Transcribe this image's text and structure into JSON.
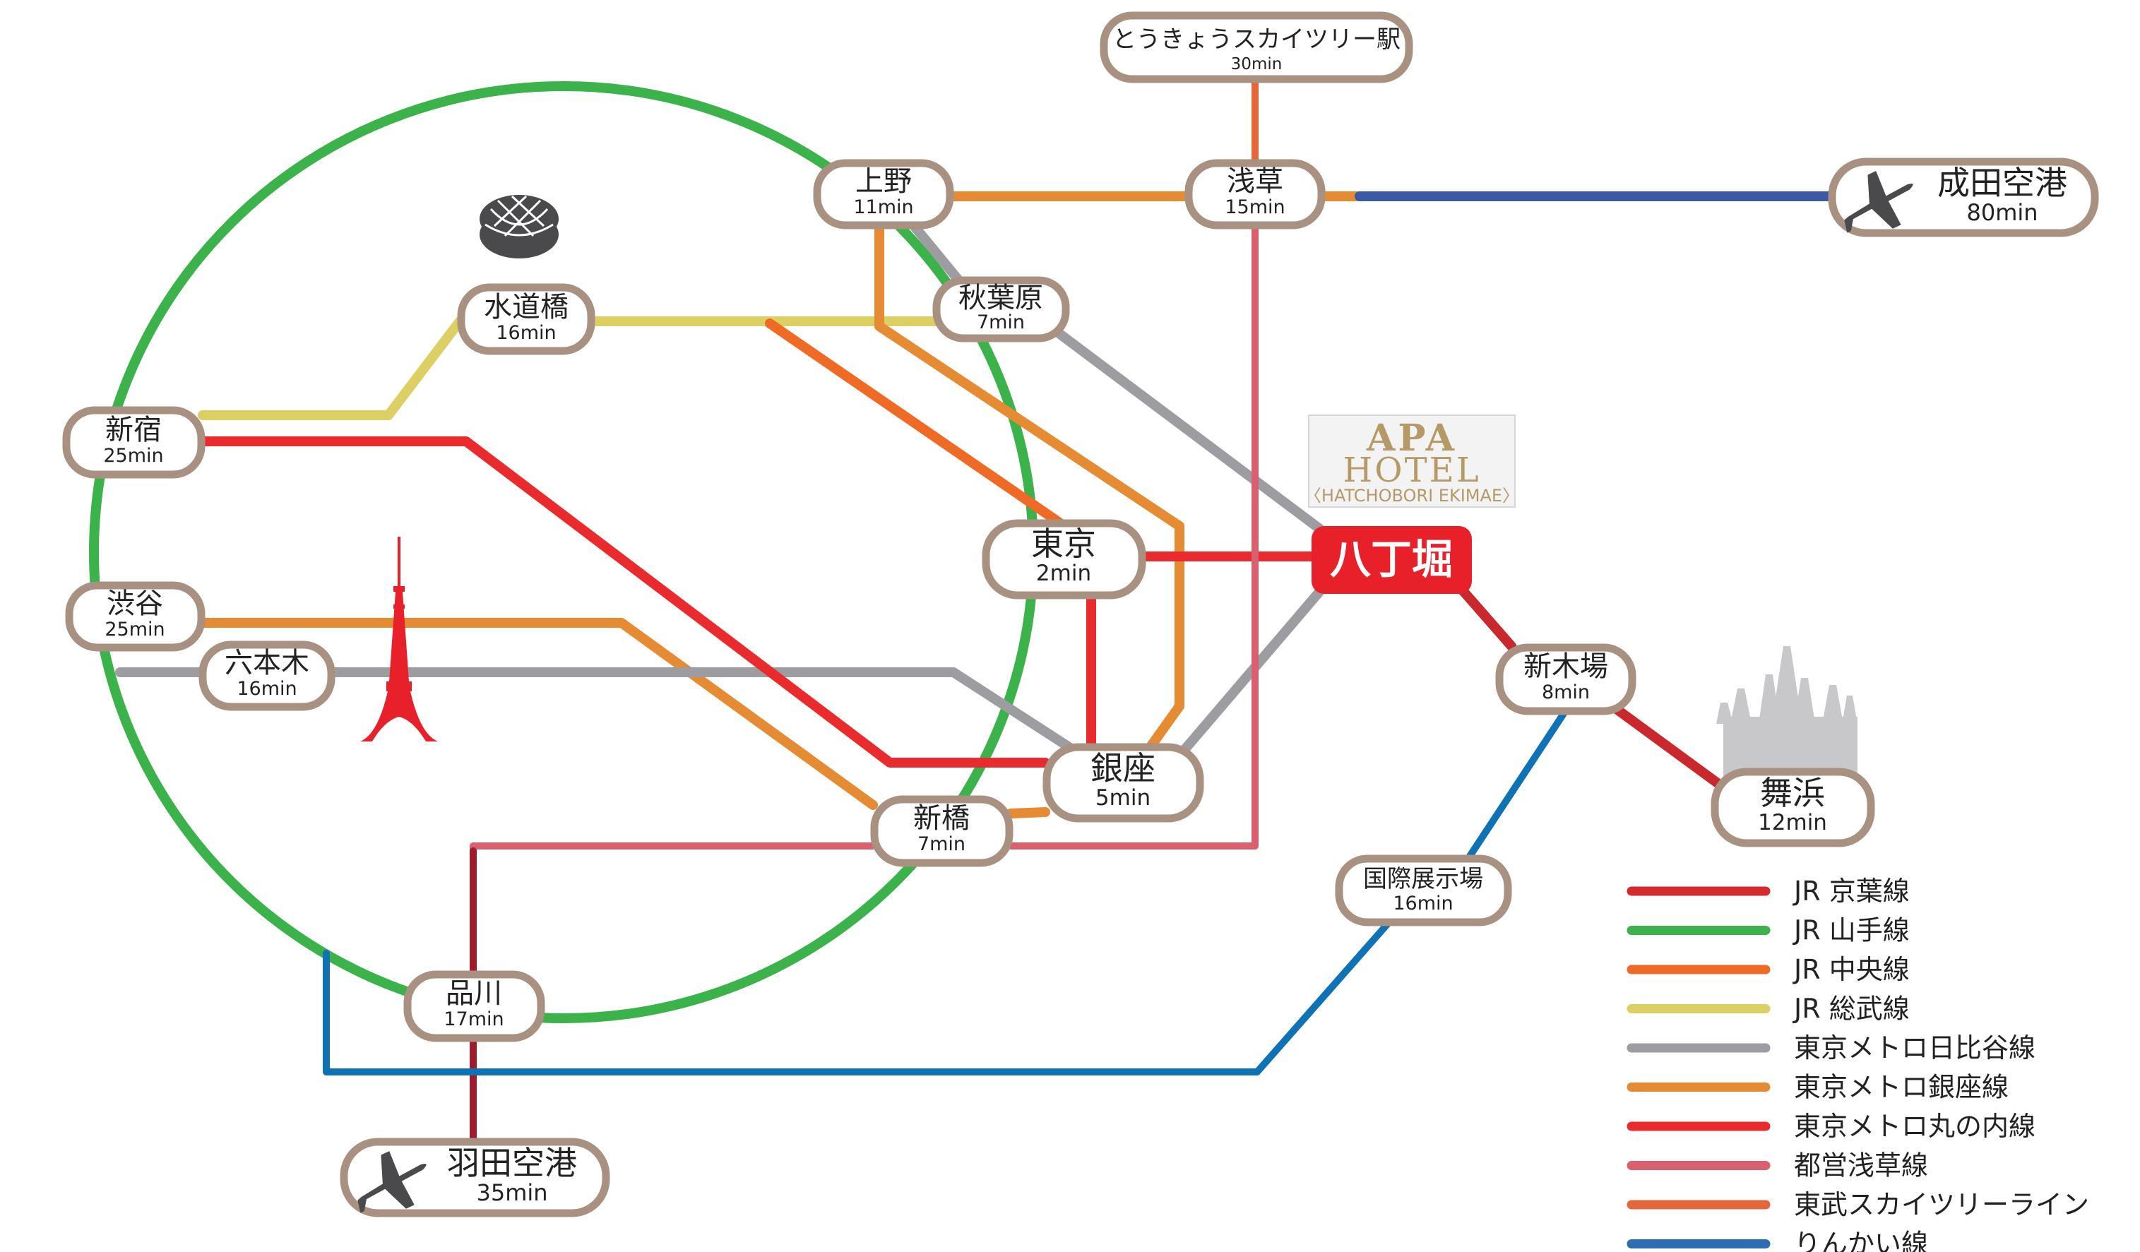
{
  "title": "Access map to APA Hotel Hatchobori Ekimae",
  "hotel": {
    "brand": "APA",
    "name": "HOTEL",
    "branch": "〈HATCHOBORI EKIMAE〉"
  },
  "hub_station": {
    "name": "八丁堀",
    "color": "#e8202a"
  },
  "stations": {
    "skytree": {
      "name": "とうきょうスカイツリー駅",
      "time": "30min"
    },
    "asakusa": {
      "name": "浅草",
      "time": "15min"
    },
    "ueno": {
      "name": "上野",
      "time": "11min"
    },
    "suidobashi": {
      "name": "水道橋",
      "time": "16min"
    },
    "akihabara": {
      "name": "秋葉原",
      "time": "7min"
    },
    "shinjuku": {
      "name": "新宿",
      "time": "25min"
    },
    "shibuya": {
      "name": "渋谷",
      "time": "25min"
    },
    "roppongi": {
      "name": "六本木",
      "time": "16min"
    },
    "tokyo": {
      "name": "東京",
      "time": "2min"
    },
    "ginza": {
      "name": "銀座",
      "time": "5min"
    },
    "shimbashi": {
      "name": "新橋",
      "time": "7min"
    },
    "shinkiba": {
      "name": "新木場",
      "time": "8min"
    },
    "maihama": {
      "name": "舞浜",
      "time": "12min"
    },
    "kokusai": {
      "name": "国際展示場",
      "time": "16min"
    },
    "shinagawa": {
      "name": "品川",
      "time": "17min"
    }
  },
  "airports": {
    "narita": {
      "name": "成田空港",
      "time": "80min",
      "icon": "airplane-icon"
    },
    "haneda": {
      "name": "羽田空港",
      "time": "35min",
      "icon": "airplane-icon"
    }
  },
  "landmarks": [
    {
      "name": "tokyo-dome",
      "icon": "stadium-dome-icon"
    },
    {
      "name": "tokyo-tower",
      "icon": "tokyo-tower-icon"
    },
    {
      "name": "disney-castle",
      "icon": "castle-icon"
    }
  ],
  "legend": [
    {
      "label": "JR 京葉線",
      "color": "#d42a2e"
    },
    {
      "label": "JR 山手線",
      "color": "#3bb24a"
    },
    {
      "label": "JR 中央線",
      "color": "#ef6a24"
    },
    {
      "label": "JR 総武線",
      "color": "#dccf63"
    },
    {
      "label": "東京メトロ日比谷線",
      "color": "#9d9ca1"
    },
    {
      "label": "東京メトロ銀座線",
      "color": "#e58b33"
    },
    {
      "label": "東京メトロ丸の内線",
      "color": "#ea2b2e"
    },
    {
      "label": "都営浅草線",
      "color": "#d9606f"
    },
    {
      "label": "東武スカイツリーライン",
      "color": "#e5663a"
    },
    {
      "label": "りんかい線",
      "color": "#2e6db2"
    }
  ],
  "line_colors": {
    "keiyo": "#d42a2e",
    "yamanote": "#3bb24a",
    "chuo": "#ef6a24",
    "sobu": "#dccf63",
    "hibiya": "#9d9ca1",
    "ginza": "#e58b33",
    "marunouchi": "#ea2b2e",
    "asakusa": "#d9606f",
    "skytree": "#e5663a",
    "rinkai": "#0f72b5",
    "keikyu": "#a01c2c",
    "narita_access": "#3b5aa6"
  }
}
